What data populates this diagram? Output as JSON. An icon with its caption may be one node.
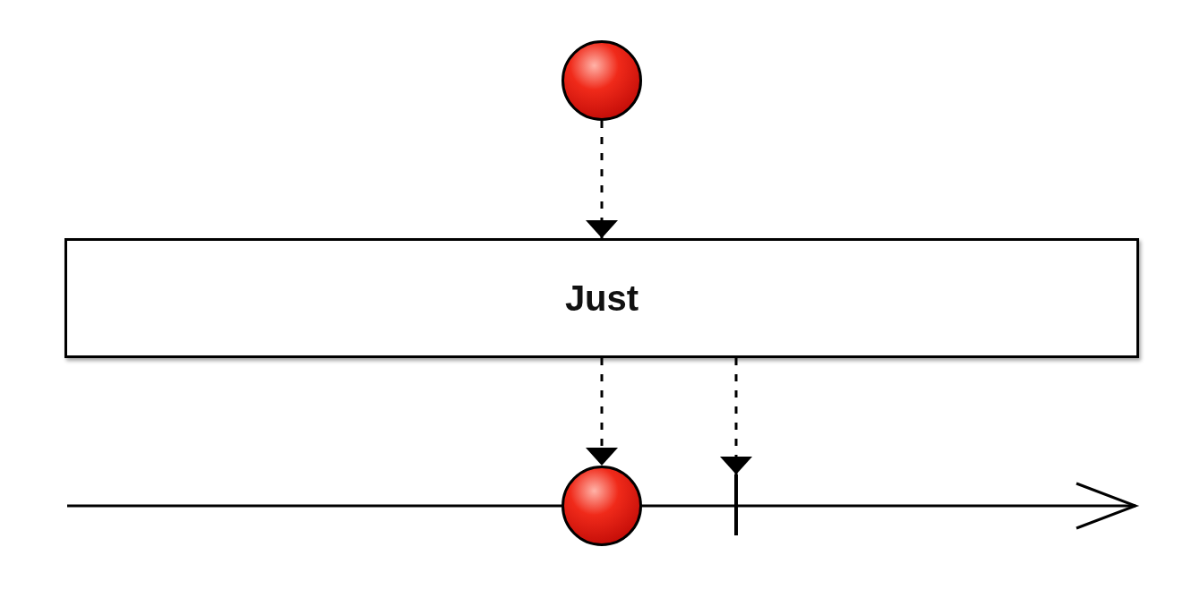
{
  "diagram": {
    "nodes": [
      {
        "text": [],
        "shape": "circle"
      },
      {
        "text": [
          "Just"
        ]
      },
      {
        "text": [],
        "shape": "circle"
      },
      {
        "text": [],
        "shape": "bar"
      }
    ],
    "edges": [
      {
        "from": 0,
        "to": 1,
        "arrow": "to",
        "style": "dashed"
      },
      {
        "from": 1,
        "to": 2,
        "arrow": "to",
        "style": "dashed"
      },
      {
        "from": 1,
        "to": 3,
        "arrow": "to",
        "style": "dashed"
      }
    ]
  }
}
